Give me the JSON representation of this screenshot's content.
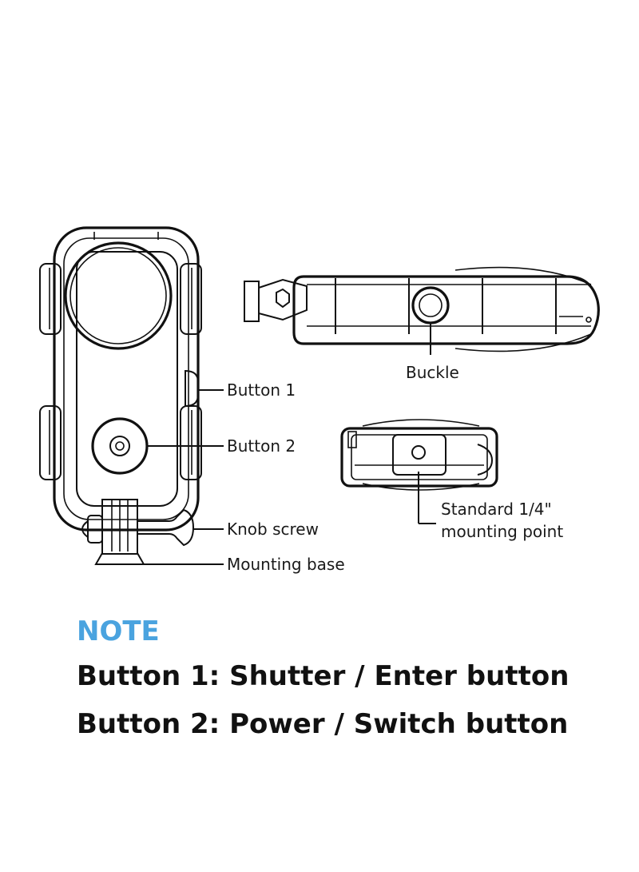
{
  "labels": {
    "button1": "Button 1",
    "button2": "Button 2",
    "knob_screw": "Knob screw",
    "mounting_base": "Mounting base",
    "buckle": "Buckle",
    "standard_line1": "Standard 1/4\"",
    "standard_line2": "mounting point"
  },
  "note": {
    "title": "NOTE",
    "lines": [
      "Button 1: Shutter / Enter button",
      "Button 2: Power / Switch button"
    ]
  },
  "colors": {
    "note_title": "#4aa3df",
    "text": "#111111"
  }
}
